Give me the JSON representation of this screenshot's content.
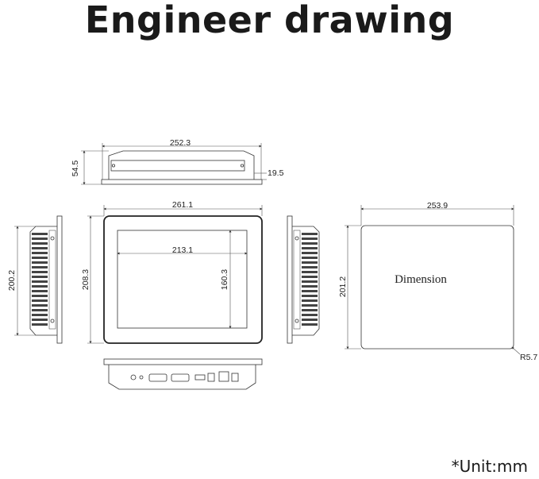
{
  "title": "Engineer drawing",
  "unit_note": "*Unit:mm",
  "dimensions": {
    "top_width": "252.3",
    "top_depth": "54.5",
    "top_small": "19.5",
    "front_width": "261.1",
    "front_height": "208.3",
    "screen_width": "213.1",
    "screen_height": "160.3",
    "side_height": "200.2",
    "cutout_width": "253.9",
    "cutout_height": "201.2",
    "corner_radius": "R5.7"
  },
  "cutout_label": "Dimension"
}
